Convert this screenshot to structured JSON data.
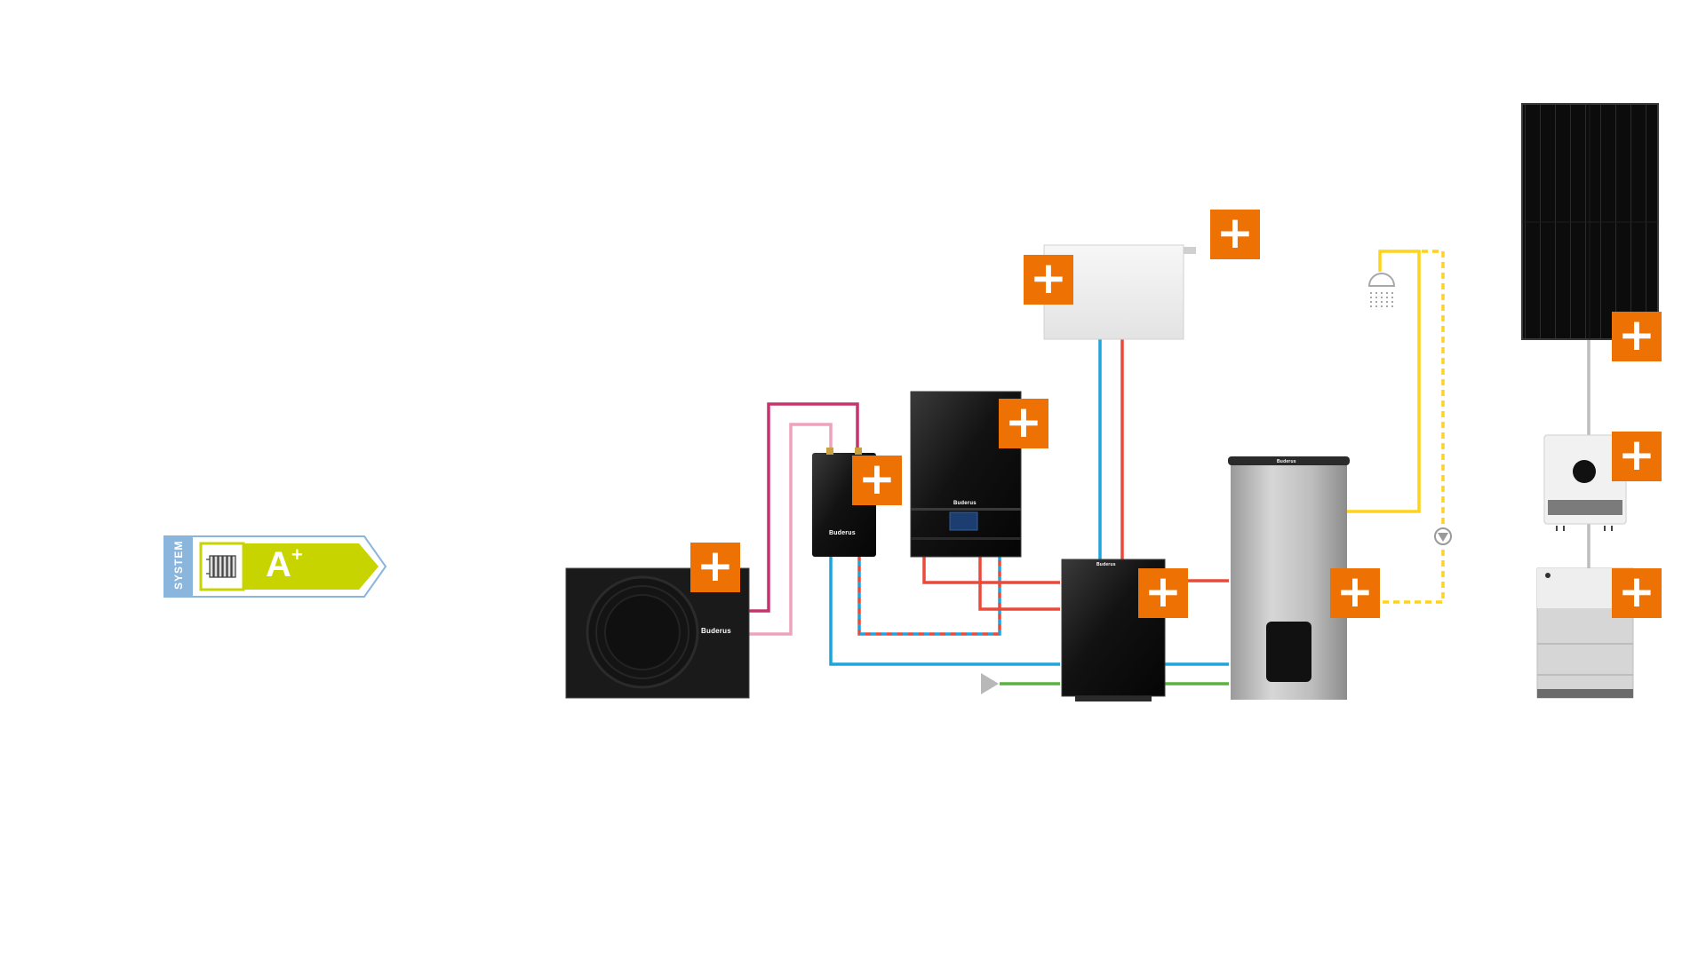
{
  "energy_label": {
    "system_text": "SYSTEM",
    "rating": "A",
    "rating_suffix": "+",
    "icon": "radiator-icon",
    "color": "#c8d400"
  },
  "brand": "Buderus",
  "plus_symbol": "+",
  "components": [
    {
      "id": "heat-pump-outdoor",
      "icon": "heat-pump-icon"
    },
    {
      "id": "hydraulic-module",
      "icon": "hydraulic-module-icon"
    },
    {
      "id": "control-unit",
      "icon": "control-unit-icon"
    },
    {
      "id": "radiator",
      "icon": "radiator-icon"
    },
    {
      "id": "indoor-unit",
      "icon": "indoor-unit-icon"
    },
    {
      "id": "hot-water-tank",
      "icon": "hot-water-tank-icon"
    },
    {
      "id": "shower",
      "icon": "shower-icon"
    },
    {
      "id": "circulation-pump",
      "icon": "pump-icon"
    },
    {
      "id": "solar-panel",
      "icon": "solar-panel-icon"
    },
    {
      "id": "inverter",
      "icon": "inverter-icon"
    },
    {
      "id": "battery-storage",
      "icon": "battery-icon"
    }
  ],
  "colors": {
    "accent": "#ee7203",
    "pipe_hot": "#e84a3b",
    "pipe_cold": "#1ea3dc",
    "pipe_magenta": "#c6336f",
    "pipe_pink": "#eea3bb",
    "pipe_green": "#5bb240",
    "pipe_yellow": "#ffd31a",
    "cable_gray": "#bdbdbd"
  }
}
